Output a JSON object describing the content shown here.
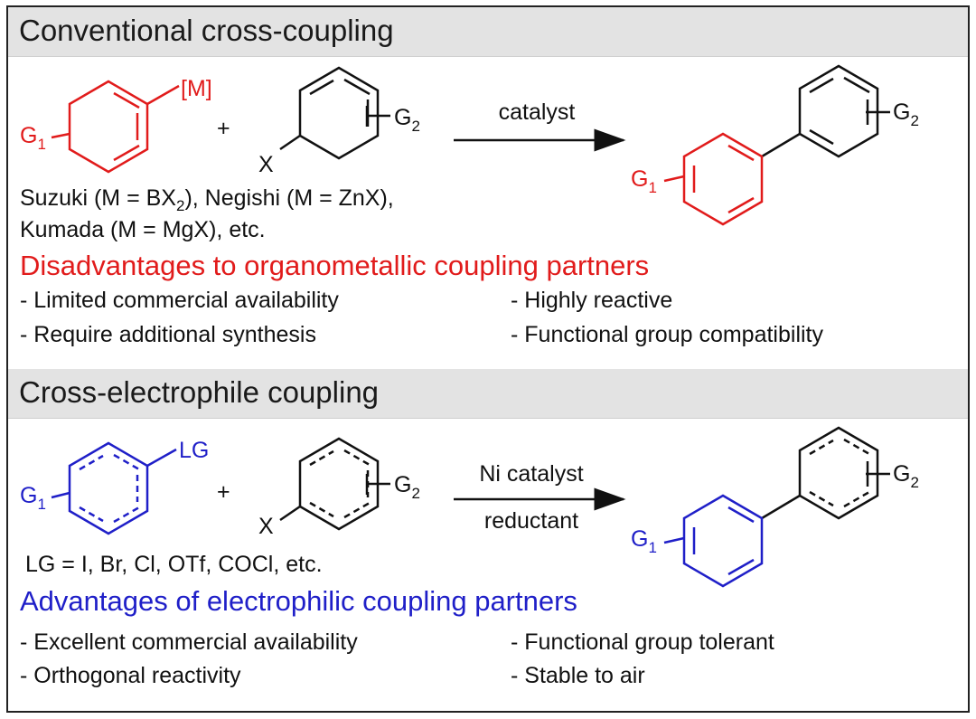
{
  "colors": {
    "organometallic": "#e11b1b",
    "electrophile": "#1f1fc8",
    "neutral": "#111111",
    "header_bg": "#e3e3e3"
  },
  "conventional": {
    "title": "Conventional cross-coupling",
    "reagent_group": "[M]",
    "substituent": "G",
    "substituent_sub": "1",
    "plus": "+",
    "leaving_x": "X",
    "partner_group": "G",
    "partner_group_sub": "2",
    "arrow_label": "catalyst",
    "examples_line1_a": "Suzuki (M = BX",
    "examples_line1_sub": "2",
    "examples_line1_b": "), Negishi (M = ZnX),",
    "examples_line2": "Kumada (M = MgX), etc.",
    "heading": "Disadvantages to organometallic coupling partners",
    "points_left": [
      "- Limited commercial availability",
      "- Require additional synthesis"
    ],
    "points_right": [
      "- Highly reactive",
      "- Functional group compatibility"
    ]
  },
  "cross_electrophile": {
    "title": "Cross-electrophile coupling",
    "reagent_group": "LG",
    "substituent": "G",
    "substituent_sub": "1",
    "plus": "+",
    "leaving_x": "X",
    "partner_group": "G",
    "partner_group_sub": "2",
    "arrow_label_top": "Ni catalyst",
    "arrow_label_bottom": "reductant",
    "examples_line1": "LG = I, Br, Cl, OTf, COCl, etc.",
    "heading": "Advantages of electrophilic coupling partners",
    "points_left": [
      "- Excellent commercial availability",
      "- Orthogonal reactivity"
    ],
    "points_right": [
      "- Functional group tolerant",
      "- Stable to air"
    ]
  }
}
